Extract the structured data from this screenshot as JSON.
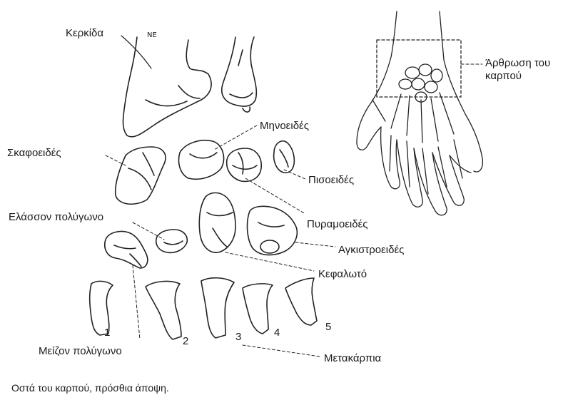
{
  "labels": {
    "radius": "Κερκίδα",
    "lunate": "Μηνοειδές",
    "scaphoid": "Σκαφοειδές",
    "pisiform": "Πισοειδές",
    "trapezoid": "Ελάσσον πολύγωνο",
    "triquetrum": "Πυραμοειδές",
    "hamate": "Αγκιστροειδές",
    "capitate": "Κεφαλωτό",
    "trapezium": "Μείζον πολύγωνο",
    "metacarpals": "Μετακάρπια",
    "wrist_joint": "Άρθρωση του καρπού"
  },
  "metacarpal_numbers": [
    "1",
    "2",
    "3",
    "4",
    "5"
  ],
  "handwritten_note": "ΝΕ",
  "caption": "Οστά του καρπού, πρόσθια άποψη."
}
